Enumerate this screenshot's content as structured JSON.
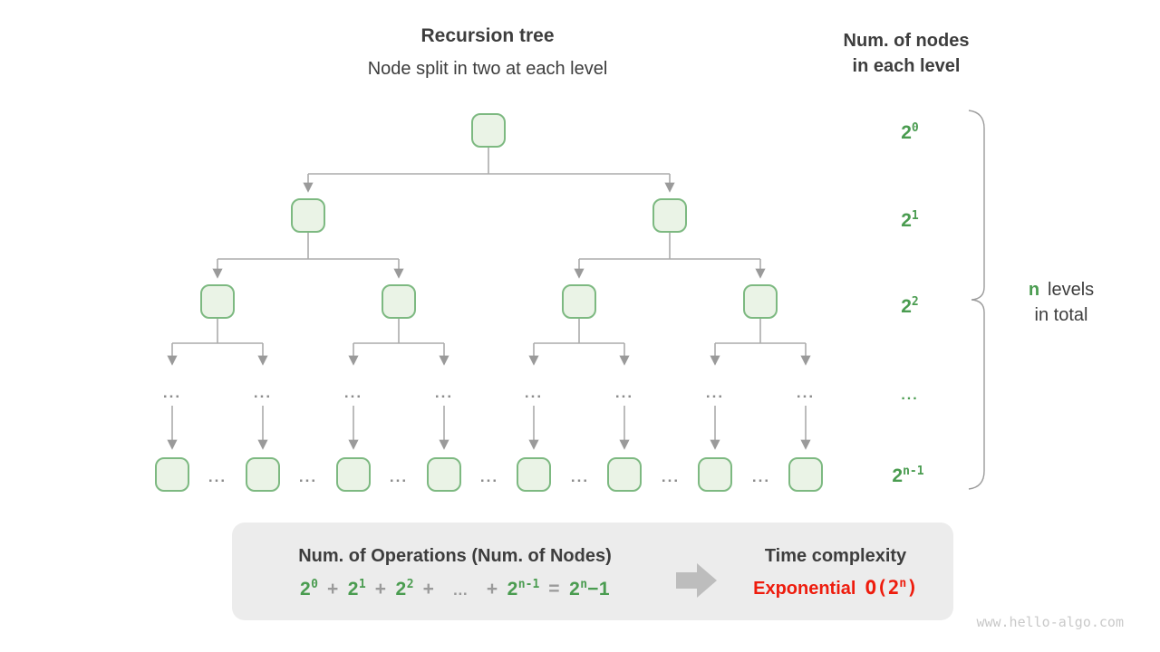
{
  "header": {
    "title": "Recursion tree",
    "subtitle": "Node split in two at each level"
  },
  "right_header": {
    "line1": "Num. of nodes",
    "line2": "in each level"
  },
  "level_labels": [
    {
      "base": "2",
      "sup": "0"
    },
    {
      "base": "2",
      "sup": "1"
    },
    {
      "base": "2",
      "sup": "2"
    },
    {
      "dots": "..."
    },
    {
      "base": "2",
      "sup": "n-1"
    }
  ],
  "tree": {
    "ellipsis": "..."
  },
  "brace_note": {
    "highlight": "n",
    "line1_rest": "levels",
    "line2": "in total"
  },
  "summary_box": {
    "operations_title": "Num. of Operations (Num. of Nodes)",
    "formula": {
      "t1": {
        "base": "2",
        "sup": "0"
      },
      "t2": {
        "base": "2",
        "sup": "1"
      },
      "t3": {
        "base": "2",
        "sup": "2"
      },
      "t4": {
        "base": "2",
        "sup": "n-1"
      },
      "plus": "+",
      "dots": "…",
      "equals": "=",
      "result": {
        "base": "2",
        "sup": "n",
        "tail": "−1"
      }
    },
    "time_title": "Time complexity",
    "complexity_label": "Exponential",
    "big_o": {
      "base": "O(2",
      "sup": "n",
      "tail": ")"
    }
  },
  "watermark": "www.hello-algo.com",
  "colors": {
    "green": "#4a9c50",
    "red": "#ee1c0d",
    "node_fill": "#eaf3e6",
    "node_border": "#7db981",
    "connector_gray": "#ababab",
    "dots_gray": "#8c8c8c",
    "box_bg": "#ececec",
    "arrow_gray": "#bdbdbd",
    "text_dark": "#3d3d3d"
  }
}
